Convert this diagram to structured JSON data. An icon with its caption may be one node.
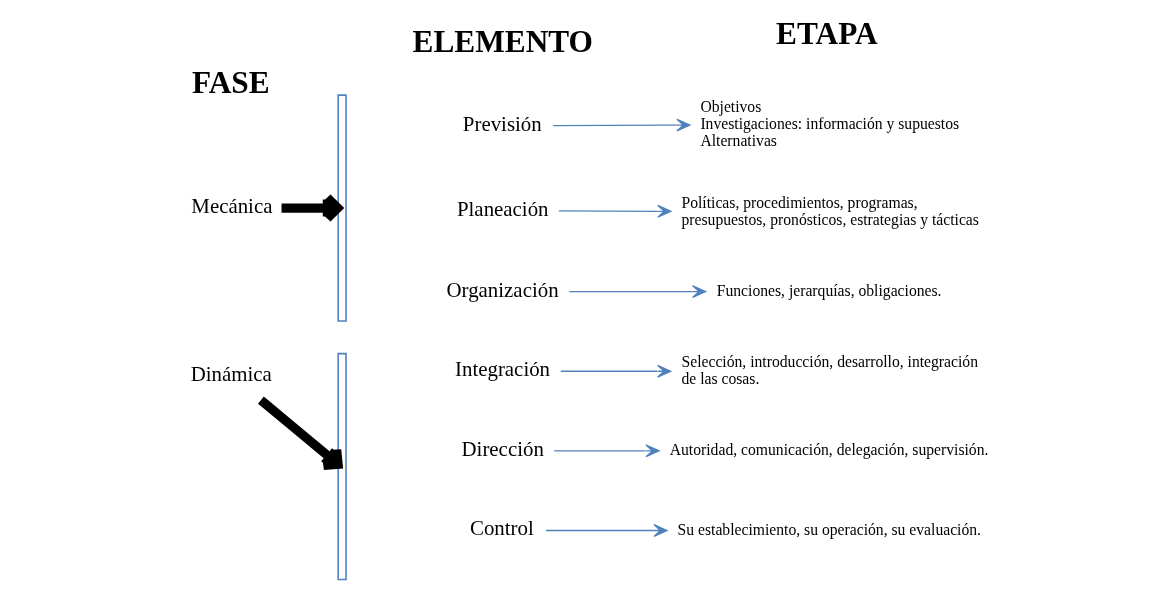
{
  "diagram": {
    "nodes": [
      {
        "text": [
          "Mecánica"
        ]
      },
      {
        "text": [],
        "shape": "bracket"
      },
      {
        "text": [
          "Previsión"
        ]
      },
      {
        "text": [
          "Objetivos",
          "Investigaciones: información y supuestos",
          "Alternativas"
        ]
      },
      {
        "text": [
          "Planeación"
        ]
      },
      {
        "text": [
          "Políticas, procedimientos, programas, presupuestos, pronósticos, estrategias y tácticas"
        ]
      },
      {
        "text": [
          "Organización"
        ]
      },
      {
        "text": [
          "Funciones, jerarquías, obligaciones."
        ]
      },
      {
        "text": [
          "Dinámica"
        ]
      },
      {
        "text": [],
        "shape": "bracket"
      },
      {
        "text": [
          "Integración"
        ]
      },
      {
        "text": [
          "Selección, introducción, desarrollo, integración de las cosas."
        ]
      },
      {
        "text": [
          "Dirección"
        ]
      },
      {
        "text": [
          "Autoridad, comunicación, delegación, supervisión."
        ]
      },
      {
        "text": [
          "Control"
        ]
      },
      {
        "text": [
          "Su establecimiento, su operación, su evaluación."
        ]
      }
    ],
    "edges": [
      {
        "from": 0,
        "to": 1,
        "arrow": "to",
        "style": "thick",
        "color": "#000000"
      },
      {
        "from": 2,
        "to": 3,
        "arrow": "to"
      },
      {
        "from": 4,
        "to": 5,
        "arrow": "to"
      },
      {
        "from": 6,
        "to": 7,
        "arrow": "to"
      },
      {
        "from": 8,
        "to": 9,
        "arrow": "to",
        "style": "thick",
        "color": "#000000"
      },
      {
        "from": 10,
        "to": 11,
        "arrow": "to"
      },
      {
        "from": 12,
        "to": 13,
        "arrow": "to"
      },
      {
        "from": 14,
        "to": 15,
        "arrow": "to"
      }
    ],
    "labels": [
      "FASE",
      "ELEMENTO",
      "ETAPA"
    ]
  }
}
